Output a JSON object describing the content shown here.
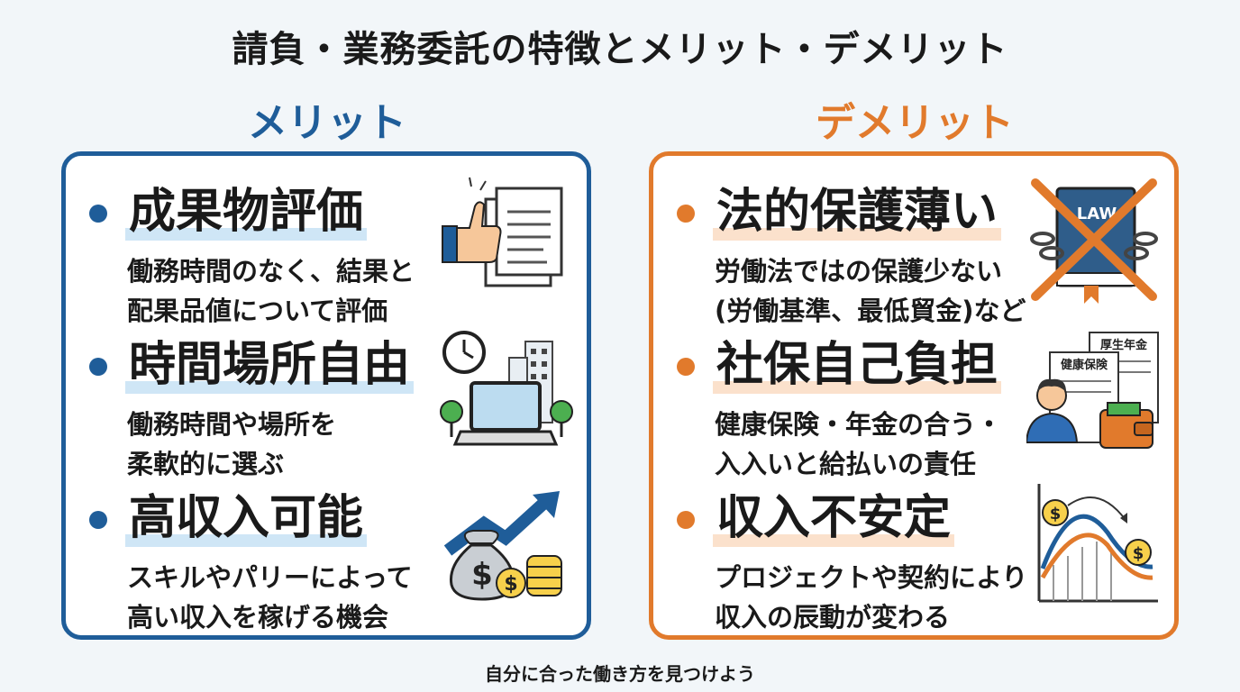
{
  "title": "請負・業務委託の特徴とメリット・デメリット",
  "merit": {
    "heading": "メリット",
    "color": "#1f5d99",
    "items": [
      {
        "title": "成果物評価",
        "line1": "働務時間のなく、結果と",
        "line2": "配果品値について評価",
        "icon": "thumbs-up-document-icon"
      },
      {
        "title": "時間場所自由",
        "line1": "働務時間や場所を",
        "line2": "柔軟的に選ぶ",
        "icon": "laptop-clock-city-icon"
      },
      {
        "title": "高収入可能",
        "line1": "スキルやパリーによって",
        "line2": "高い収入を稼げる機会",
        "icon": "money-bag-rising-arrow-icon"
      }
    ]
  },
  "demerit": {
    "heading": "デメリット",
    "color": "#e17a2c",
    "items": [
      {
        "title": "法的保護薄い",
        "line1": "労働法ではの保護少ない",
        "line2": "(労働基準、最低貿金)など",
        "icon": "law-book-crossed-icon",
        "icon_label": "LAW"
      },
      {
        "title": "社保自己負担",
        "line1": "健康保険・年金の合う・",
        "line2": "入入いと給払いの責任",
        "icon": "person-insurance-wallet-icon",
        "doc1": "厚生年金",
        "doc2": "健康保険"
      },
      {
        "title": "収入不安定",
        "line1": "プロジェクトや契約により",
        "line2": "収入の辰動が変わる",
        "icon": "fluctuating-income-chart-icon"
      }
    ]
  },
  "footer": "自分に合った働き方を見つけよう"
}
